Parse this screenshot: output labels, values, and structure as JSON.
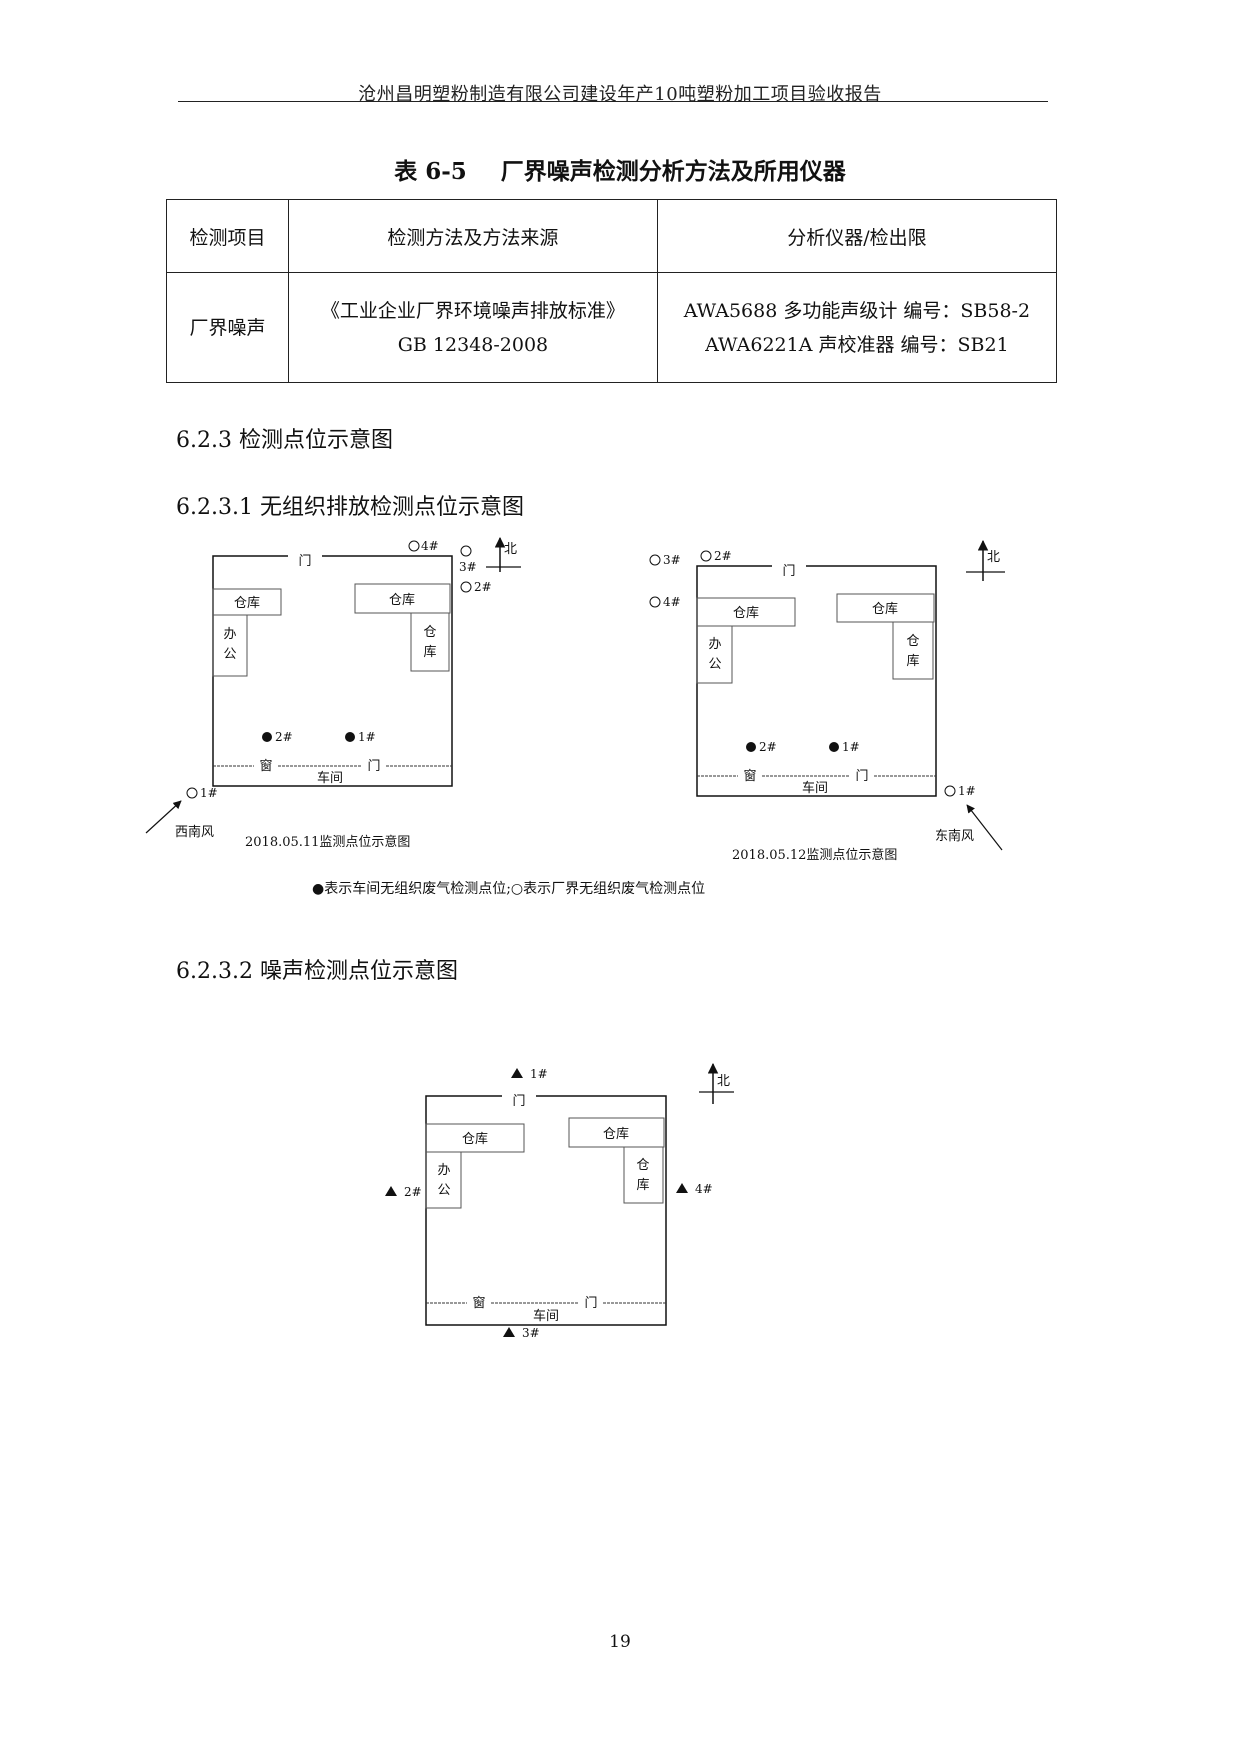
{
  "header": {
    "title": "沧州昌明塑粉制造有限公司建设年产10吨塑粉加工项目验收报告"
  },
  "table": {
    "caption_num": "表 6-5",
    "caption_title": "厂界噪声检测分析方法及所用仪器",
    "headers": [
      "检测项目",
      "检测方法及方法来源",
      "分析仪器/检出限"
    ],
    "rows": [
      {
        "item": "厂界噪声",
        "method_line1": "《工业企业厂界环境噪声排放标准》",
        "method_line2": "GB 12348-2008",
        "instrument_line1": "AWA5688 多功能声级计 编号：SB58-2",
        "instrument_line2": "AWA6221A 声校准器 编号：SB21"
      }
    ]
  },
  "sections": {
    "s623": "6.2.3 检测点位示意图",
    "s6231": "6.2.3.1 无组织排放检测点位示意图",
    "s6232": "6.2.3.2 噪声检测点位示意图"
  },
  "labels": {
    "gate": "门",
    "warehouse": "仓库",
    "warehouse_v1": "仓",
    "warehouse_v2": "库",
    "office_v1": "办",
    "office_v2": "公",
    "window": "窗",
    "workshop": "车间",
    "north": "北",
    "p1": "1#",
    "p2": "2#",
    "p3": "3#",
    "p4": "4#"
  },
  "diagram1": {
    "caption": "2018.05.11监测点位示意图",
    "wind": "西南风"
  },
  "diagram2": {
    "caption": "2018.05.12监测点位示意图",
    "wind": "东南风"
  },
  "legend": {
    "text": "●表示车间无组织废气检测点位;○表示厂界无组织废气检测点位"
  },
  "page_number": "19"
}
